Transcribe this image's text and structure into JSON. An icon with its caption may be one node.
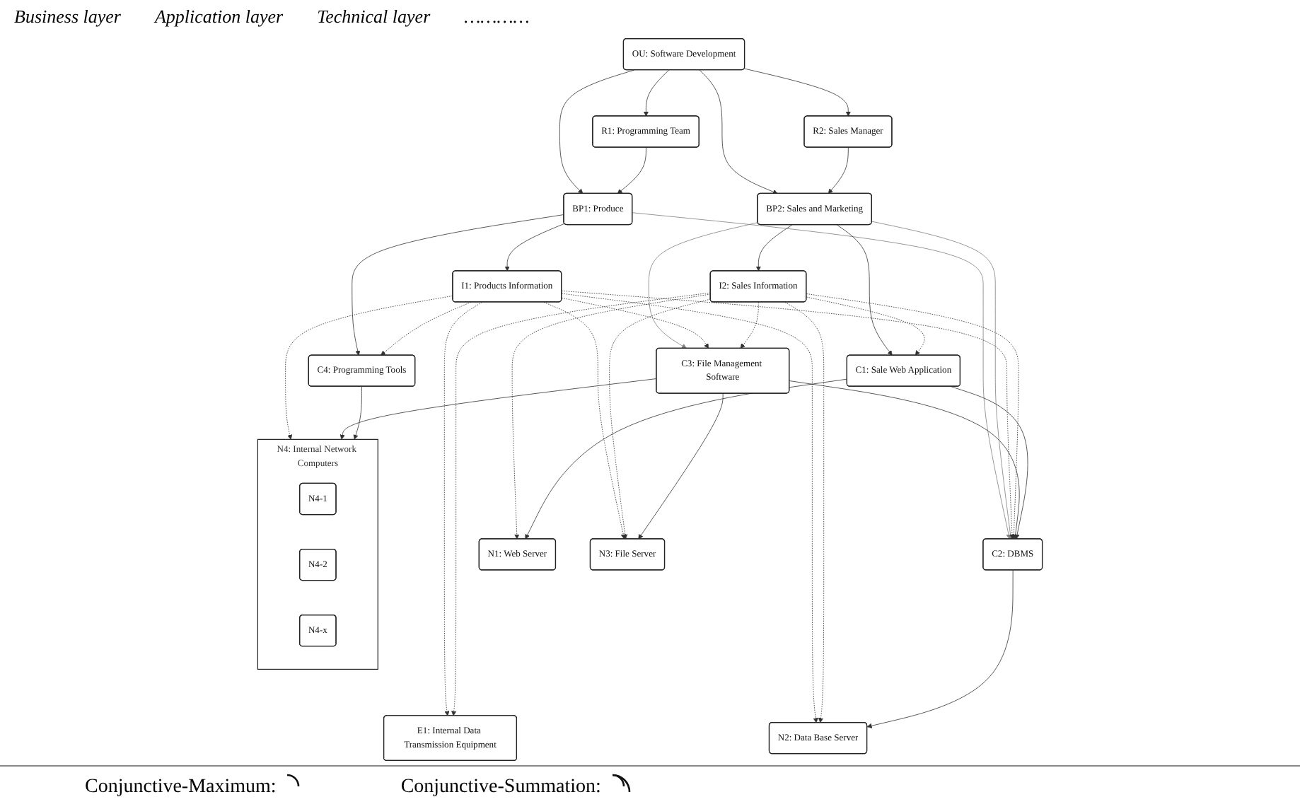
{
  "diagram": {
    "nodes": [
      {
        "text": [
          "OU: Software Development"
        ]
      },
      {
        "text": [
          "BP1: Produce"
        ]
      },
      {
        "text": [
          "R1: Programming Team"
        ]
      },
      {
        "text": [
          "R2: Sales Manager"
        ]
      },
      {
        "text": [
          "BP2: Sales and Marketing"
        ]
      },
      {
        "text": [
          "I1: Products Information"
        ]
      },
      {
        "text": [
          "I2: Sales Information"
        ]
      },
      {
        "text": [
          "C4: Programming Tools"
        ]
      },
      {
        "text": [
          "C3: File Management Software"
        ]
      },
      {
        "text": [
          "C2: DBMS"
        ]
      },
      {
        "text": [
          "C1: Sale Web Application"
        ]
      },
      {
        "text": [
          "N4: Internal Network Computers"
        ]
      },
      {
        "text": [
          "N4-1"
        ],
        "in": 11
      },
      {
        "text": [
          "N4-2"
        ],
        "in": 11
      },
      {
        "text": [
          "N4-x"
        ],
        "in": 11
      },
      {
        "text": [
          "N3: File Server"
        ]
      },
      {
        "text": [
          "N2: Data Base Server"
        ]
      },
      {
        "text": [
          "N1: Web Server"
        ]
      },
      {
        "text": [
          "E1: Internal Data Transmission Equipment"
        ]
      }
    ],
    "edges": [
      {
        "from": 0,
        "to": 1,
        "arrow": "to"
      },
      {
        "from": 0,
        "to": 2,
        "arrow": "to"
      },
      {
        "from": 0,
        "to": 3,
        "arrow": "to"
      },
      {
        "from": 0,
        "to": 4,
        "arrow": "to"
      },
      {
        "from": 2,
        "to": 1,
        "arrow": "to"
      },
      {
        "from": 3,
        "to": 4,
        "arrow": "to"
      },
      {
        "from": 1,
        "to": 5,
        "arrow": "to"
      },
      {
        "from": 4,
        "to": 6,
        "arrow": "to"
      },
      {
        "from": 1,
        "to": 7,
        "arrow": "to"
      },
      {
        "from": 1,
        "to": 9,
        "arrow": "to",
        "color": "#808080"
      },
      {
        "from": 4,
        "to": 10,
        "arrow": "to"
      },
      {
        "from": 4,
        "to": 8,
        "arrow": "to",
        "color": "#808080"
      },
      {
        "from": 4,
        "to": 9,
        "arrow": "to",
        "color": "#808080"
      },
      {
        "from": 5,
        "to": 7,
        "arrow": "to",
        "style": "dashed"
      },
      {
        "from": 5,
        "to": 11,
        "arrow": "to",
        "style": "dashed"
      },
      {
        "from": 5,
        "to": 8,
        "arrow": "to",
        "style": "dashed"
      },
      {
        "from": 5,
        "to": 9,
        "arrow": "to",
        "style": "dashed"
      },
      {
        "from": 5,
        "to": 15,
        "arrow": "to",
        "style": "dashed"
      },
      {
        "from": 5,
        "to": 16,
        "arrow": "to",
        "style": "dashed"
      },
      {
        "from": 5,
        "to": 18,
        "arrow": "to",
        "style": "dashed"
      },
      {
        "from": 6,
        "to": 8,
        "arrow": "to",
        "style": "dashed"
      },
      {
        "from": 6,
        "to": 9,
        "arrow": "to",
        "style": "dashed"
      },
      {
        "from": 6,
        "to": 10,
        "arrow": "to",
        "style": "dashed"
      },
      {
        "from": 6,
        "to": 15,
        "arrow": "to",
        "style": "dashed"
      },
      {
        "from": 6,
        "to": 16,
        "arrow": "to",
        "style": "dashed"
      },
      {
        "from": 6,
        "to": 17,
        "arrow": "to",
        "style": "dashed"
      },
      {
        "from": 6,
        "to": 18,
        "arrow": "to",
        "style": "dashed"
      },
      {
        "from": 8,
        "to": 9,
        "arrow": "to"
      },
      {
        "from": 8,
        "to": 11,
        "arrow": "to"
      },
      {
        "from": 8,
        "to": 15,
        "arrow": "to"
      },
      {
        "from": 10,
        "to": 9,
        "arrow": "to"
      },
      {
        "from": 10,
        "to": 17,
        "arrow": "to"
      },
      {
        "from": 7,
        "to": 11,
        "arrow": "to"
      },
      {
        "from": 9,
        "to": 16,
        "arrow": "to"
      }
    ],
    "labels": [
      "Business layer",
      "Application layer",
      "Technical layer",
      "…………"
    ],
    "legend": [
      {
        "text": "Conjunctive-Maximum:"
      },
      {
        "text": "Conjunctive-Summation:"
      }
    ]
  }
}
